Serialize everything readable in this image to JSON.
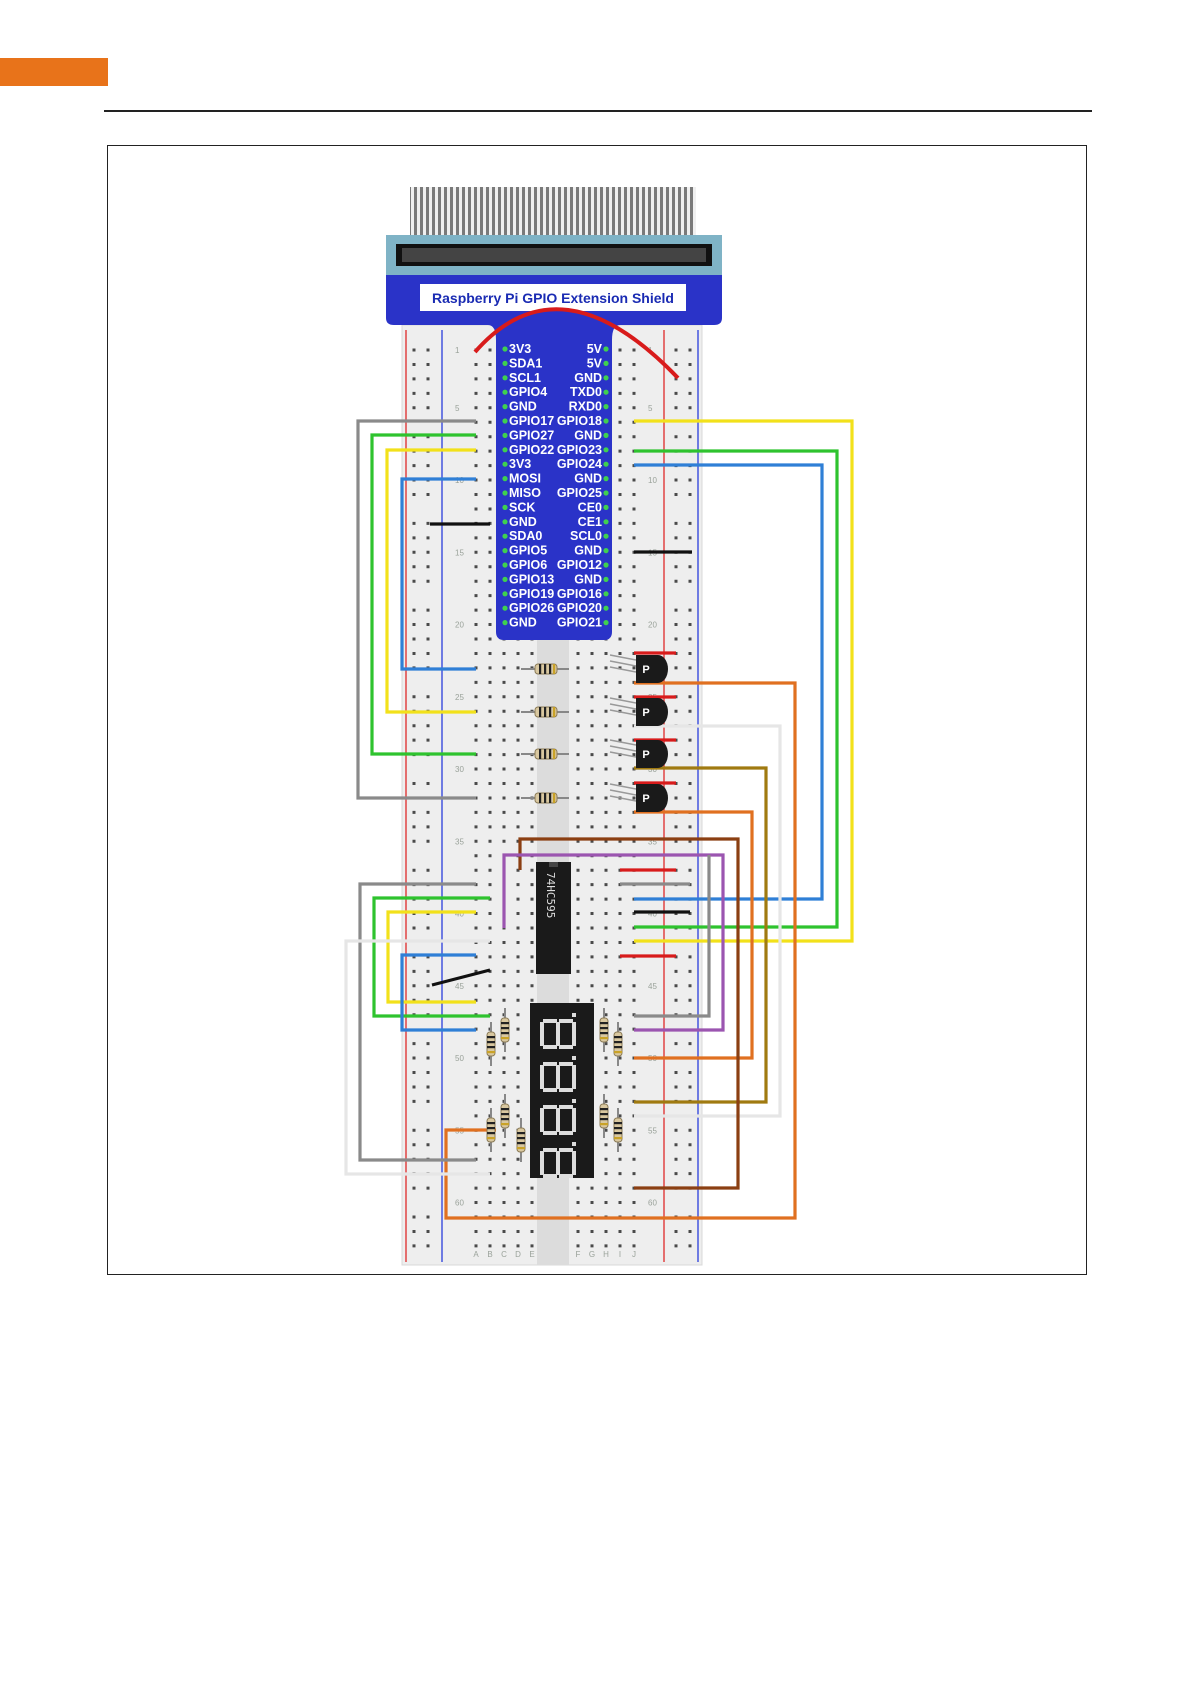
{
  "shield": {
    "title": "Raspberry Pi GPIO Extension Shield",
    "pins_left": [
      "3V3",
      "SDA1",
      "SCL1",
      "GPIO4",
      "GND",
      "GPIO17",
      "GPIO27",
      "GPIO22",
      "3V3",
      "MOSI",
      "MISO",
      "SCK",
      "GND",
      "SDA0",
      "GPIO5",
      "GPIO6",
      "GPIO13",
      "GPIO19",
      "GPIO26",
      "GND"
    ],
    "pins_right": [
      "5V",
      "5V",
      "GND",
      "TXD0",
      "RXD0",
      "GPIO18",
      "GND",
      "GPIO23",
      "GPIO24",
      "GND",
      "GPIO25",
      "CE0",
      "CE1",
      "SCL0",
      "GND",
      "GPIO12",
      "GND",
      "GPIO16",
      "GPIO20",
      "GPIO21"
    ]
  },
  "breadboard": {
    "row_numbers": [
      "1",
      "5",
      "10",
      "15",
      "20",
      "25",
      "30",
      "35",
      "40",
      "45",
      "50",
      "55",
      "60"
    ],
    "column_letters": [
      "A",
      "B",
      "C",
      "D",
      "E",
      "F",
      "G",
      "H",
      "I",
      "J"
    ]
  },
  "chip": {
    "label": "74HC595"
  },
  "transistors": {
    "label": "P",
    "count": 4
  },
  "colors": {
    "accent": "#e8731a",
    "shield_blue": "#2a33c8",
    "wire_red": "#d81b1b",
    "wire_yellow": "#f2e11a",
    "wire_green": "#2ec32e",
    "wire_blue": "#2f7fd6",
    "wire_gray": "#8a8a8a",
    "wire_orange": "#e07020",
    "wire_brown": "#8b3f12",
    "wire_purple": "#9b55b0",
    "wire_olive": "#a07a10",
    "wire_white": "#e6e6e6"
  }
}
